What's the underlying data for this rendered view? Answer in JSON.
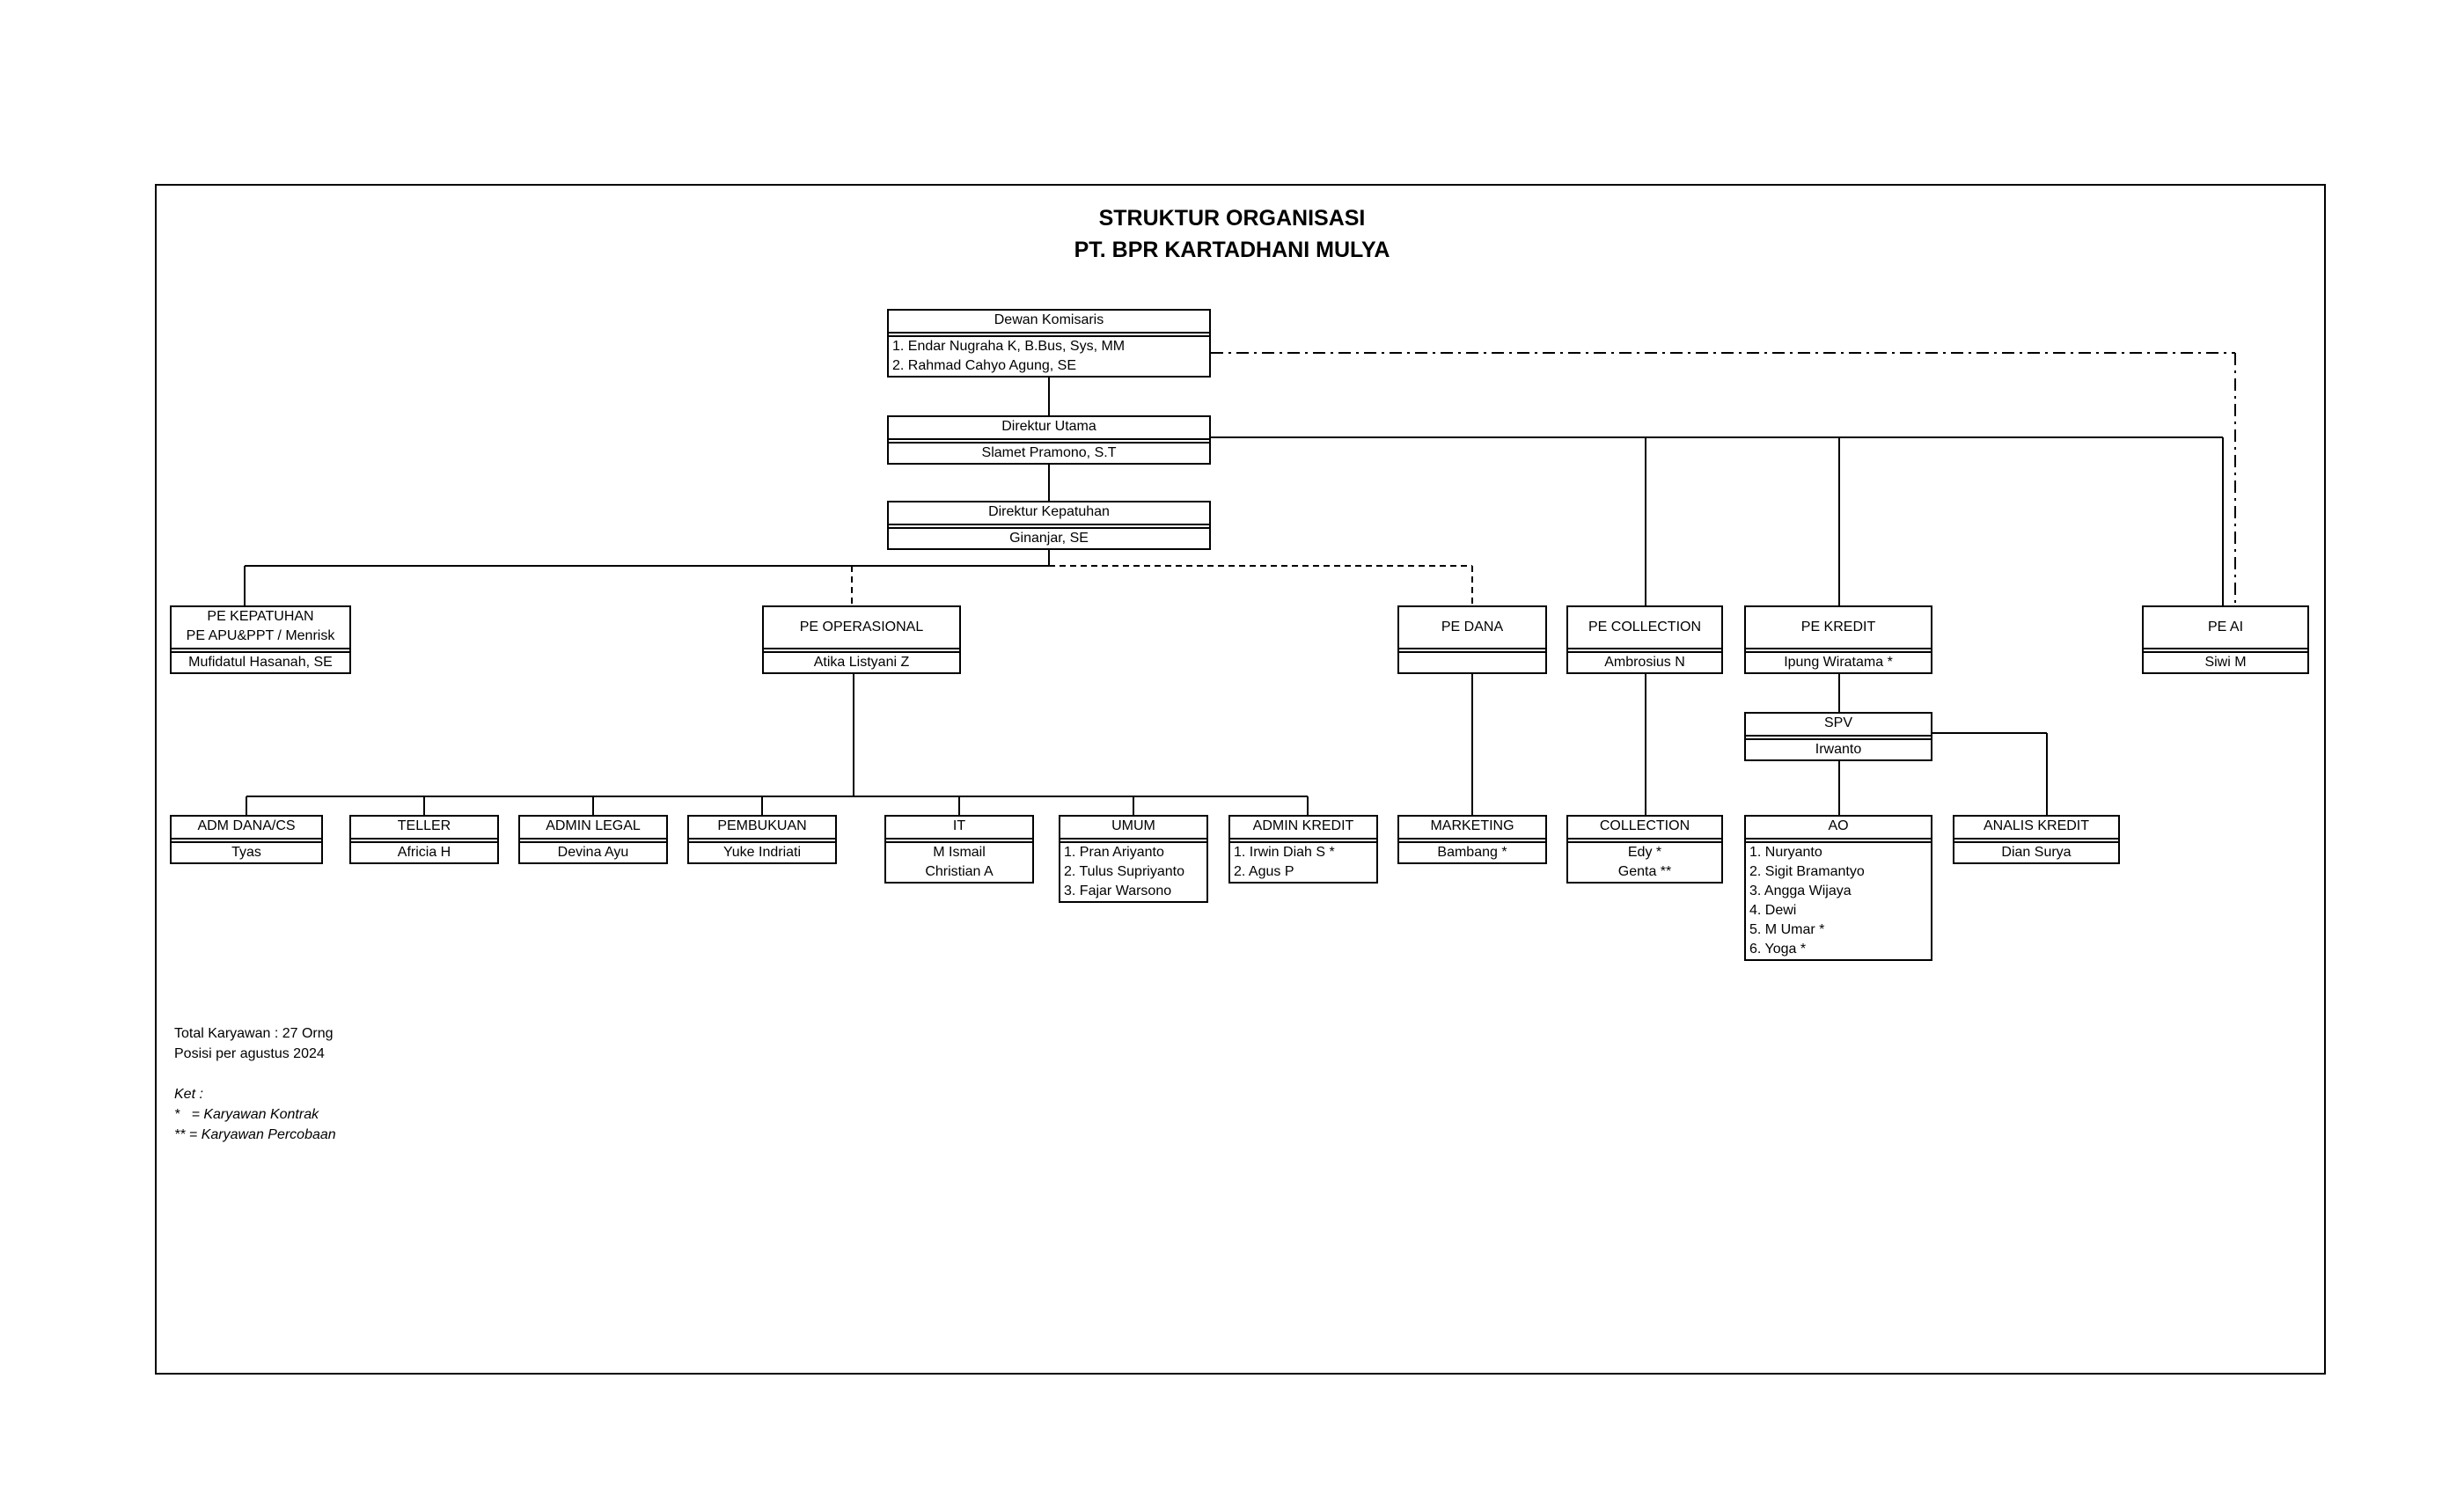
{
  "title": {
    "line1": "STRUKTUR ORGANISASI",
    "line2": "PT. BPR KARTADHANI MULYA"
  },
  "nodes": {
    "dewan_komisaris": {
      "title": [
        "Dewan Komisaris"
      ],
      "members": [
        "1. Endar Nugraha K, B.Bus, Sys, MM",
        "2. Rahmad Cahyo Agung, SE"
      ]
    },
    "direktur_utama": {
      "title": [
        "Direktur Utama"
      ],
      "members": [
        "Slamet Pramono, S.T"
      ]
    },
    "direktur_kepatuhan": {
      "title": [
        "Direktur Kepatuhan"
      ],
      "members": [
        "Ginanjar, SE"
      ]
    },
    "pe_kepatuhan": {
      "title": [
        "PE KEPATUHAN",
        "PE APU&PPT / Menrisk"
      ],
      "members": [
        "Mufidatul Hasanah, SE"
      ]
    },
    "pe_operasional": {
      "title": [
        "PE OPERASIONAL"
      ],
      "members": [
        "Atika Listyani Z"
      ]
    },
    "pe_dana": {
      "title": [
        "PE DANA"
      ],
      "members": [
        ""
      ]
    },
    "pe_collection": {
      "title": [
        "PE COLLECTION"
      ],
      "members": [
        "Ambrosius N"
      ]
    },
    "pe_kredit": {
      "title": [
        "PE KREDIT"
      ],
      "members": [
        "Ipung Wiratama *"
      ]
    },
    "pe_ai": {
      "title": [
        "PE AI"
      ],
      "members": [
        "Siwi M"
      ]
    },
    "spv": {
      "title": [
        "SPV"
      ],
      "members": [
        "Irwanto"
      ]
    },
    "adm_dana_cs": {
      "title": [
        "ADM DANA/CS"
      ],
      "members": [
        "Tyas"
      ]
    },
    "teller": {
      "title": [
        "TELLER"
      ],
      "members": [
        "Africia H"
      ]
    },
    "admin_legal": {
      "title": [
        "ADMIN LEGAL"
      ],
      "members": [
        "Devina Ayu"
      ]
    },
    "pembukuan": {
      "title": [
        "PEMBUKUAN"
      ],
      "members": [
        "Yuke Indriati"
      ]
    },
    "it": {
      "title": [
        "IT"
      ],
      "members": [
        "M Ismail",
        "Christian A"
      ]
    },
    "umum": {
      "title": [
        "UMUM"
      ],
      "members": [
        "1. Pran Ariyanto",
        "2. Tulus Supriyanto",
        "3. Fajar Warsono"
      ]
    },
    "admin_kredit": {
      "title": [
        "ADMIN KREDIT"
      ],
      "members": [
        "1. Irwin Diah S *",
        "2. Agus P"
      ]
    },
    "marketing": {
      "title": [
        "MARKETING"
      ],
      "members": [
        "Bambang *"
      ]
    },
    "collection": {
      "title": [
        "COLLECTION"
      ],
      "members": [
        "Edy *",
        "Genta **"
      ]
    },
    "ao": {
      "title": [
        "AO"
      ],
      "members": [
        "1. Nuryanto",
        "2. Sigit Bramantyo",
        "3. Angga Wijaya",
        "4. Dewi",
        "5. M Umar *",
        "6. Yoga *"
      ]
    },
    "analis_kredit": {
      "title": [
        "ANALIS KREDIT"
      ],
      "members": [
        "Dian Surya"
      ]
    }
  },
  "footer": {
    "total": "Total Karyawan : 27 Orng",
    "posisi": "Posisi per agustus 2024",
    "ket_label": "Ket :",
    "legend": [
      "*   = Karyawan Kontrak",
      "** = Karyawan Percobaan"
    ]
  }
}
